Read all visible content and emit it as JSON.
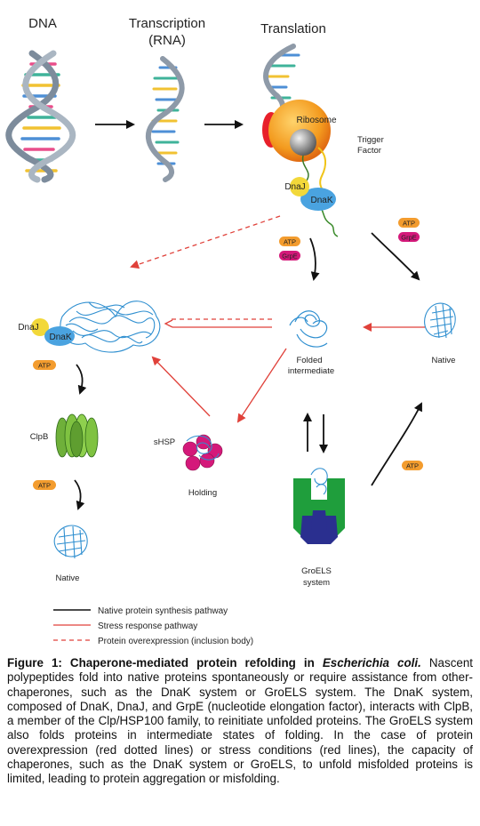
{
  "stage_titles": {
    "dna": "DNA",
    "transcription": "Transcription",
    "rna": "(RNA)",
    "translation": "Translation"
  },
  "labels": {
    "ribosome": "Ribosome",
    "trigger_factor_1": "Trigger",
    "trigger_factor_2": "Factor",
    "dnaj": "DnaJ",
    "dnak": "DnaK",
    "atp": "ATP",
    "grpe": "GrpE",
    "folded_1": "Folded",
    "folded_2": "intermediate",
    "native": "Native",
    "clpb": "ClpB",
    "shsp": "sHSP",
    "holding": "Holding",
    "groels_1": "GroELS",
    "groels_2": "system"
  },
  "legend": [
    {
      "label": "Native protein synthesis pathway",
      "color": "#111111",
      "style": "solid"
    },
    {
      "label": "Stress response pathway",
      "color": "#e0413a",
      "style": "solid"
    },
    {
      "label": "Protein overexpression (inclusion body)",
      "color": "#e0413a",
      "style": "dashed"
    }
  ],
  "caption": {
    "title": "Figure 1: Chaperone-mediated protein refolding in ",
    "species": "Escherichia coli.",
    "body": "Nascent polypeptides fold into native proteins spontaneously or require assistance from other-chaperones, such as the DnaK system or GroELS system. The DnaK system, composed of DnaK, DnaJ, and GrpE (nucleotide elongation factor), interacts with ClpB, a member of the Clp/HSP100 family, to reinitiate unfolded proteins. The GroELS system also folds proteins in intermediate states of folding. In the case of protein overexpression (red dotted lines) or stress conditions (red lines), the capacity of chaperones, such as the DnaK system or GroELS, to unfold misfolded proteins is limited, leading to protein aggregation or misfolding."
  },
  "colors": {
    "atp": "#f39c2e",
    "grpe": "#d4197a",
    "dnaj": "#f2d83a",
    "dnak": "#4aa3e0",
    "clpb": "#7fc241",
    "shsp": "#d4197a",
    "groel": "#1f9e3c",
    "groes": "#2a2f8f",
    "ribosome": "#f4a21c",
    "protein": "#2f8fd0",
    "stress": "#e0413a",
    "native_path": "#111111"
  },
  "icons": [
    "dna-helix-icon",
    "rna-helix-icon",
    "ribosome-icon",
    "protein-coil-icon",
    "aggregate-tangle-icon",
    "clpb-barrel-icon",
    "groels-chamber-icon"
  ]
}
